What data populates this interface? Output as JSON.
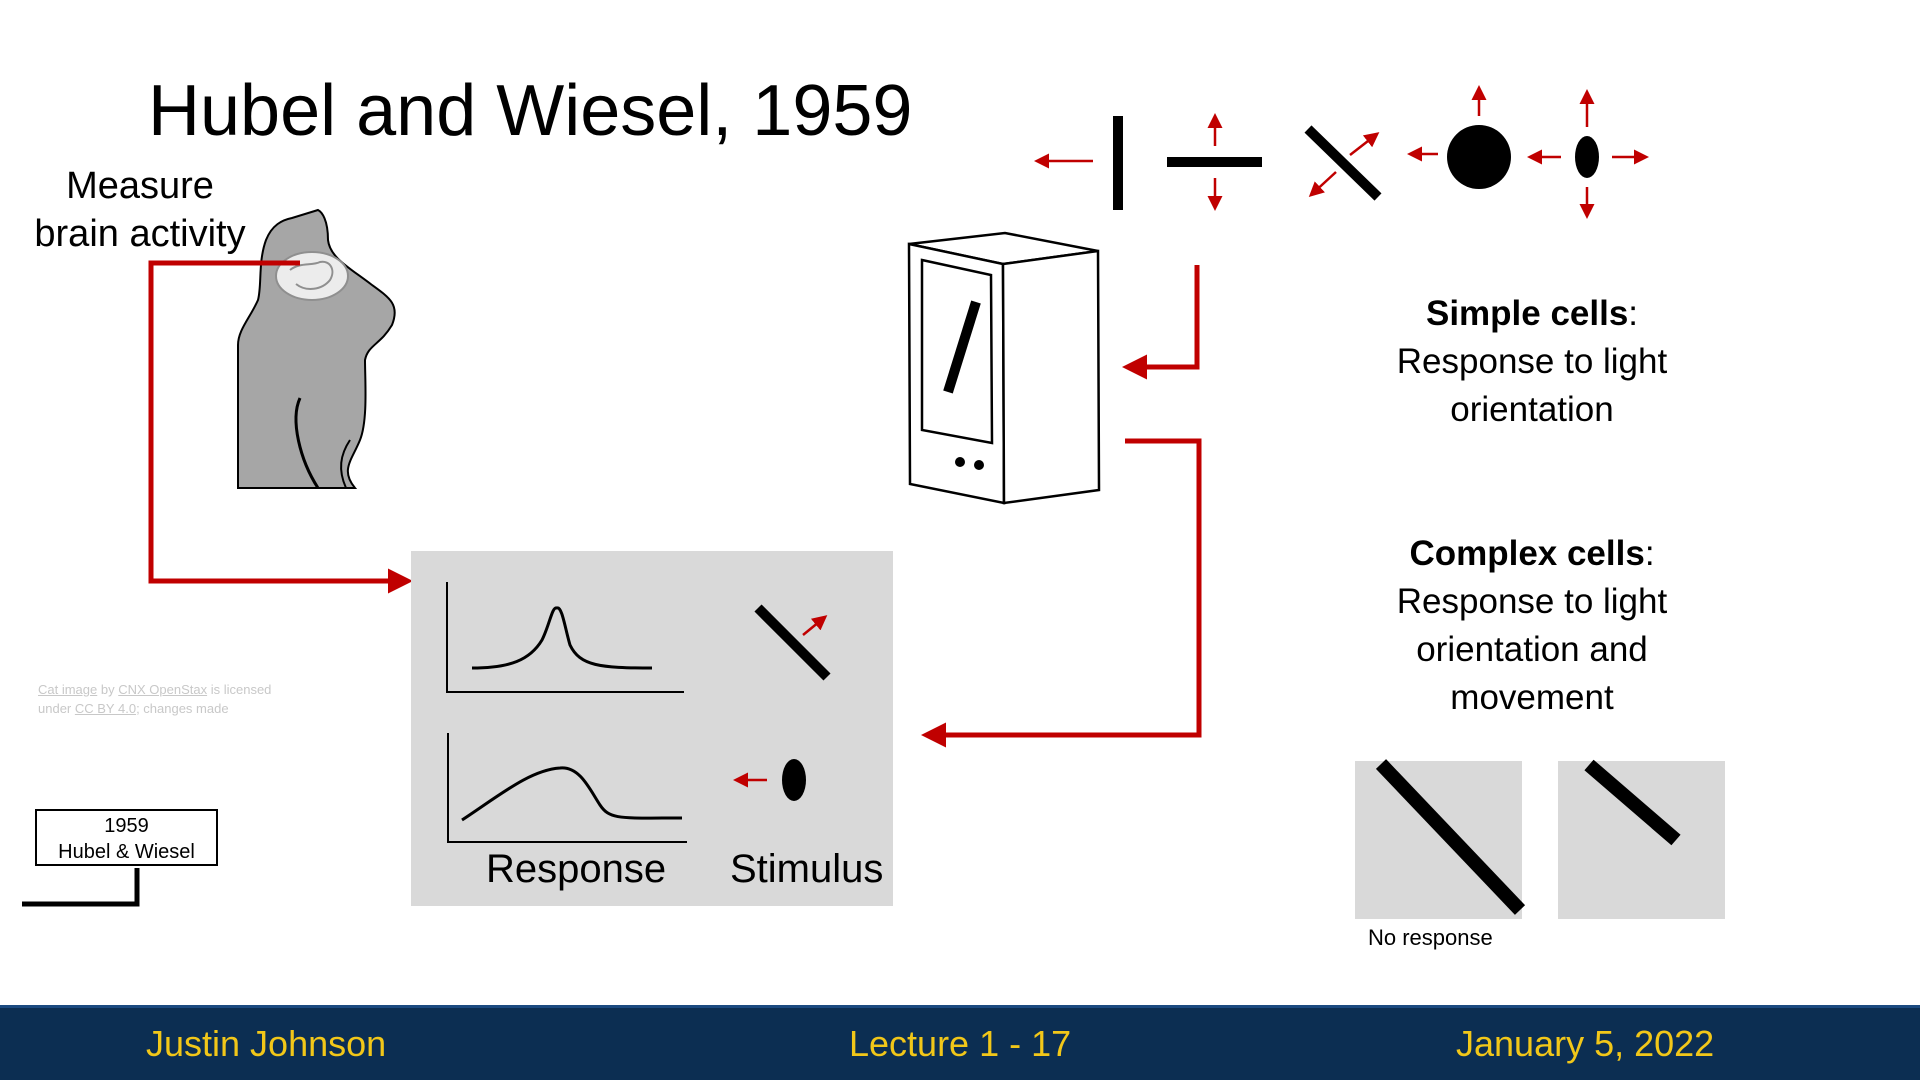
{
  "title": "Hubel and Wiesel, 1959",
  "measure_label": {
    "line1": "Measure",
    "line2": "brain activity"
  },
  "simple_cells": {
    "heading": "Simple cells",
    "suffix": ":",
    "line1": "Response to light",
    "line2": "orientation"
  },
  "complex_cells": {
    "heading": "Complex cells",
    "suffix": ":",
    "line1": "Response to light",
    "line2": "orientation and",
    "line3": "movement"
  },
  "image_credit": {
    "cat_image": "Cat image",
    "by": " by ",
    "author": "CNX OpenStax",
    "licensed": " is licensed",
    "under": "under ",
    "license": "CC BY 4.0",
    "changes": "; changes made"
  },
  "timeline_tag": {
    "year": "1959",
    "names": "Hubel & Wiesel"
  },
  "panel": {
    "response_label": "Response",
    "stimulus_label": "Stimulus"
  },
  "no_response_label": "No response",
  "footer": {
    "left": "Justin Johnson",
    "center": "Lecture 1 - 17",
    "right": "January 5, 2022"
  },
  "colors": {
    "accent_red": "#c00000",
    "footer_bg": "#0c2e52",
    "footer_text": "#f2c719",
    "panel_bg": "#d9d9d9"
  },
  "icons": [
    "cat-icon",
    "projector-icon",
    "vertical-bar-stimulus-icon",
    "horizontal-bar-stimulus-icon",
    "diagonal-bar-stimulus-icon",
    "dot-stimulus-icon",
    "ellipse-stimulus-icon"
  ]
}
